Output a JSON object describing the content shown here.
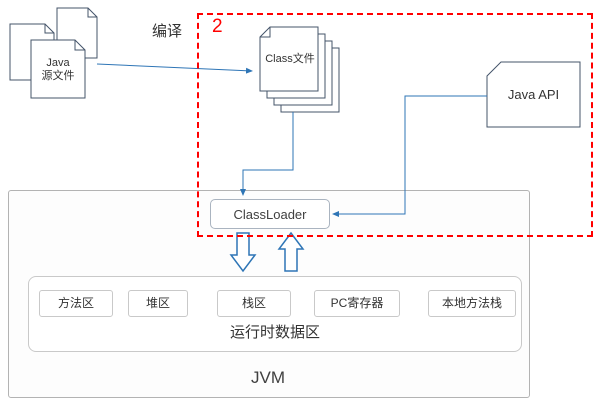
{
  "labels": {
    "java_source_line1": "Java",
    "java_source_line2": "源文件",
    "compile": "编译",
    "region_number": "2",
    "class_file": "Class文件",
    "java_api": "Java API",
    "classloader": "ClassLoader",
    "runtime_area_title": "运行时数据区",
    "jvm": "JVM"
  },
  "runtime": {
    "areas": [
      "方法区",
      "堆区",
      "栈区",
      "PC寄存器",
      "本地方法栈"
    ]
  },
  "colors": {
    "connector_blue": "#2e75b6",
    "shape_stroke": "#44546a",
    "highlight_red": "#ff0000",
    "container_border": "#b3b3b3"
  }
}
